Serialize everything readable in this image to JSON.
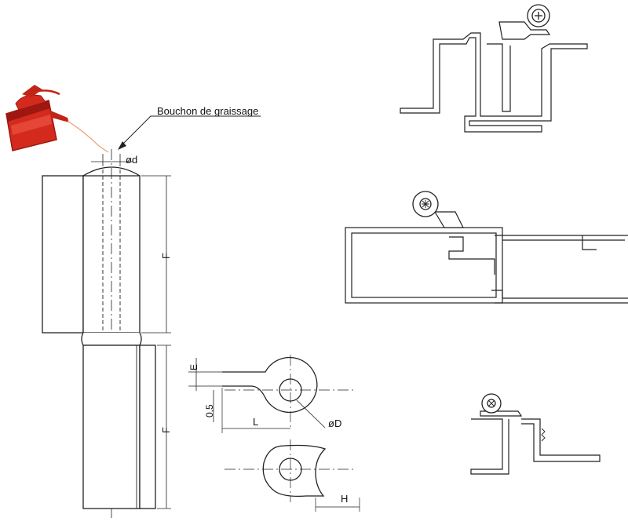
{
  "callout": {
    "text": "Bouchon de graissage"
  },
  "dimensions": {
    "pin_diameter": "ød",
    "length_upper": "F",
    "length_lower": "F",
    "thickness": "E",
    "offset": "0,5",
    "leaf_length": "L",
    "eye_diameter": "øD",
    "height": "H"
  },
  "colors": {
    "line": "#222222",
    "oil_can_body": "#d42a1e",
    "oil_can_dark": "#9e1710",
    "oil_can_light": "#ef5a48",
    "oil_stream": "#e8a070"
  },
  "icons": {
    "oil_can": "oil-can-icon",
    "screw_plus": "screw-head-icon",
    "screw_star": "screw-head-icon",
    "screw_small": "screw-head-icon"
  }
}
